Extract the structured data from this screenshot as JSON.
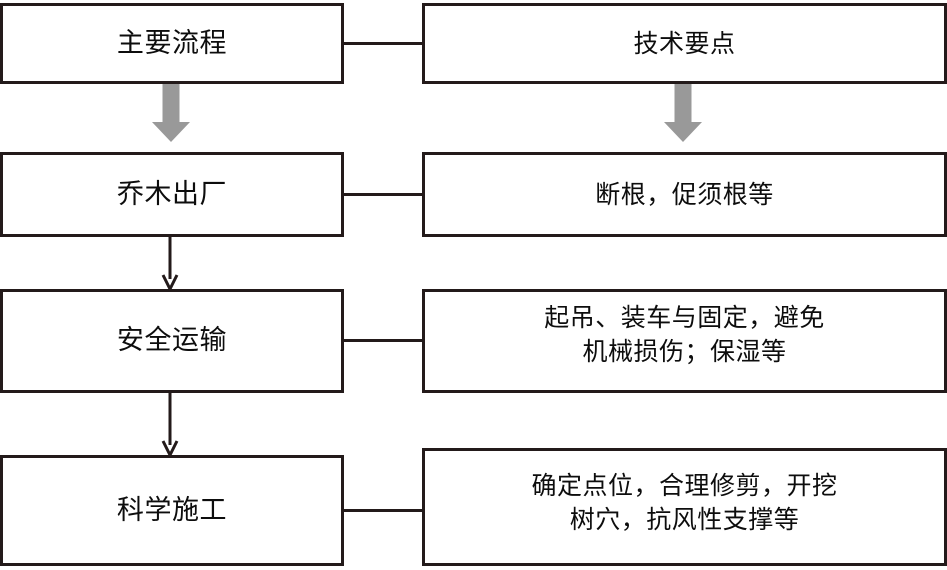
{
  "diagram": {
    "type": "flowchart",
    "orientation": "two-column",
    "colors": {
      "border": "#231a1a",
      "text": "#0d0d0d",
      "background": "#ffffff",
      "block_arrow": "#999999",
      "line_arrow": "#231a1a"
    },
    "columns": [
      {
        "id": "main-process",
        "header": "主要流程"
      },
      {
        "id": "tech-points",
        "header": "技术要点"
      }
    ],
    "nodes": {
      "main_process": "主要流程",
      "tech_points": "技术要点",
      "tree_shipment": "乔木出厂",
      "root_pruning": "断根，促须根等",
      "safe_transport": "安全运输",
      "transport_detail": "起吊、装车与固定，避免\n机械损伤；保湿等",
      "sci_construct": "科学施工",
      "construct_detail": "确定点位，合理修剪，开挖\n树穴，抗风性支撑等"
    },
    "rows": [
      {
        "stage": "主要流程",
        "point": "技术要点"
      },
      {
        "stage": "乔木出厂",
        "point": "断根，促须根等"
      },
      {
        "stage": "安全运输",
        "point": "起吊、装车与固定，避免\n机械损伤；保湿等"
      },
      {
        "stage": "科学施工",
        "point": "确定点位，合理修剪，开挖\n树穴，抗风性支撑等"
      }
    ],
    "connectors": [
      {
        "name": "conn-row1",
        "from": "主要流程",
        "to": "技术要点",
        "style": "line"
      },
      {
        "name": "conn-row2",
        "from": "乔木出厂",
        "to": "断根，促须根等",
        "style": "line"
      },
      {
        "name": "conn-row3",
        "from": "安全运输",
        "to": "起吊、装车与固定，避免机械损伤；保湿等",
        "style": "line"
      },
      {
        "name": "conn-row4",
        "from": "科学施工",
        "to": "确定点位，合理修剪，开挖树穴，抗风性支撑等",
        "style": "line"
      },
      {
        "name": "arrow-grey-left",
        "from": "主要流程",
        "to": "乔木出厂",
        "style": "block-arrow-down"
      },
      {
        "name": "arrow-grey-right",
        "from": "技术要点",
        "to": "断根，促须根等",
        "style": "block-arrow-down"
      },
      {
        "name": "arrow-stage-1-2",
        "from": "乔木出厂",
        "to": "安全运输",
        "style": "line-arrow-down"
      },
      {
        "name": "arrow-stage-2-3",
        "from": "安全运输",
        "to": "科学施工",
        "style": "line-arrow-down"
      }
    ]
  }
}
